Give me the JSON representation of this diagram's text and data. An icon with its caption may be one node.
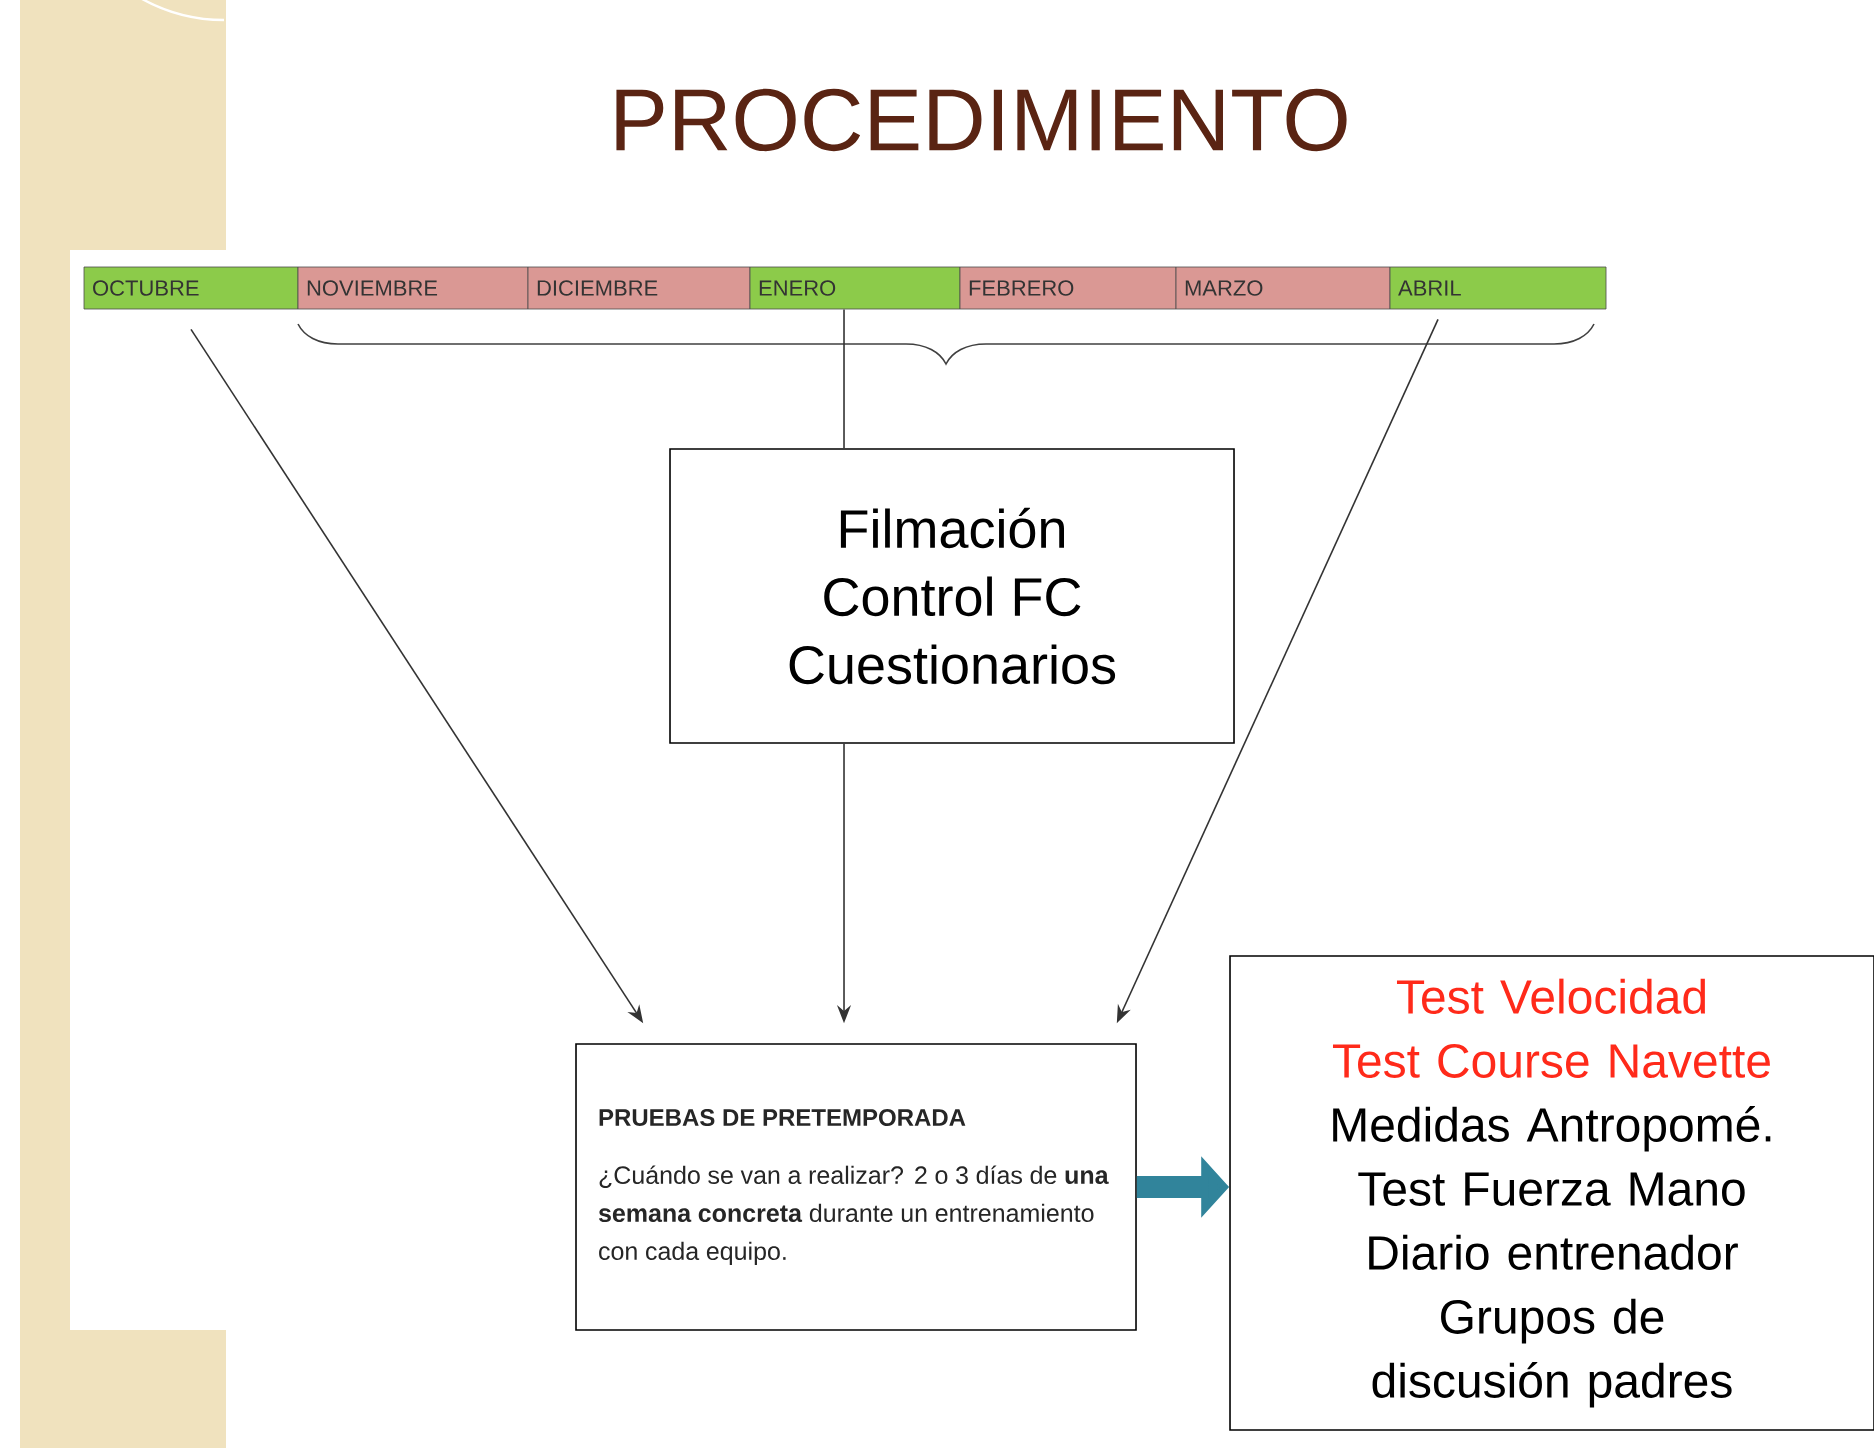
{
  "diagram": {
    "title": "PROCEDIMIENTO",
    "nodes": [
      {
        "text": [
          "OCTUBRE"
        ]
      },
      {
        "text": [
          "NOVIEMBRE"
        ]
      },
      {
        "text": [
          "DICIEMBRE"
        ]
      },
      {
        "text": [
          "ENERO"
        ]
      },
      {
        "text": [
          "FEBRERO"
        ]
      },
      {
        "text": [
          "MARZO"
        ]
      },
      {
        "text": [
          "ABRIL"
        ]
      },
      {
        "text": [
          "Filmación",
          "Control FC",
          "Cuestionarios"
        ]
      },
      {
        "text": [
          "PRUEBAS DE PRETEMPORADA",
          "¿Cuándo se van a realizar? 2 o 3 días de **una semana concreta** durante un entrenamiento con cada equipo."
        ]
      },
      {
        "text": [
          "Test Velocidad",
          "Test Course Navette",
          "Medidas Antropomé.",
          "Test Fuerza Mano",
          "Diario entrenador",
          "Grupos de discusión padres"
        ]
      }
    ],
    "edges": [
      {
        "from": 3,
        "to": 7,
        "arrow": "none"
      },
      {
        "from": 0,
        "to": 8,
        "arrow": "to"
      },
      {
        "from": 7,
        "to": 8,
        "arrow": "to"
      },
      {
        "from": 6,
        "to": 8,
        "arrow": "to"
      },
      {
        "from": 8,
        "to": 9,
        "arrow": "to",
        "style": "thick",
        "color": "#31849b"
      }
    ]
  }
}
